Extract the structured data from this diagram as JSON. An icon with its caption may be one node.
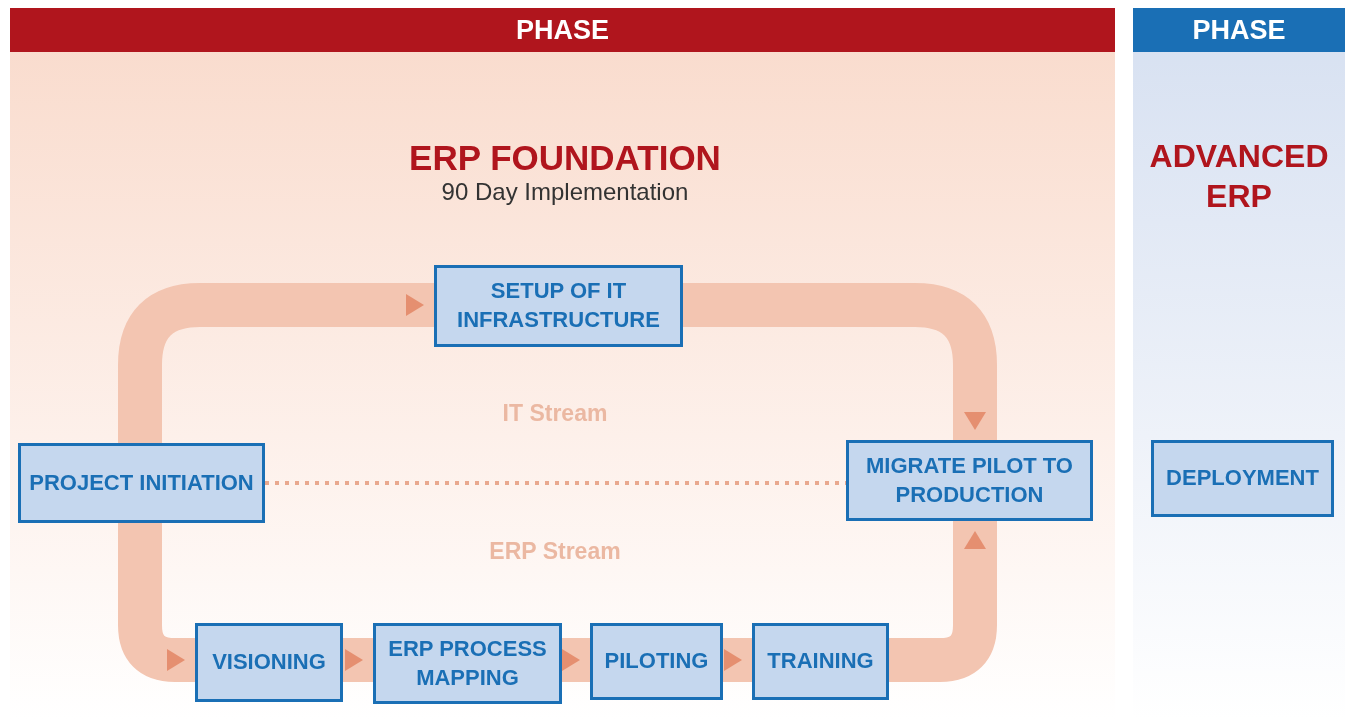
{
  "diagram": {
    "nodes": [
      {
        "text": [
          "PHASE",
          "ERP FOUNDATION",
          "90 Day Implementation"
        ]
      },
      {
        "text": [
          "PHASE",
          "ADVANCED ERP"
        ]
      },
      {
        "text": [
          "SETUP OF IT INFRASTRUCTURE"
        ],
        "in": 0
      },
      {
        "text": [
          "PROJECT INITIATION"
        ],
        "in": 0
      },
      {
        "text": [
          "MIGRATE PILOT TO PRODUCTION"
        ],
        "in": 0
      },
      {
        "text": [
          "VISIONING"
        ],
        "in": 0
      },
      {
        "text": [
          "ERP PROCESS MAPPING"
        ],
        "in": 0
      },
      {
        "text": [
          "PILOTING"
        ],
        "in": 0
      },
      {
        "text": [
          "TRAINING"
        ],
        "in": 0
      },
      {
        "text": [
          "DEPLOYMENT"
        ],
        "in": 1
      }
    ],
    "edges": [
      {
        "from": 3,
        "to": 2,
        "arrow": "to"
      },
      {
        "from": 2,
        "to": 4,
        "arrow": "to"
      },
      {
        "from": 3,
        "to": 5,
        "arrow": "to"
      },
      {
        "from": 5,
        "to": 6,
        "arrow": "to"
      },
      {
        "from": 6,
        "to": 7,
        "arrow": "to"
      },
      {
        "from": 7,
        "to": 8,
        "arrow": "to"
      },
      {
        "from": 8,
        "to": 4,
        "arrow": "to"
      },
      {
        "from": 3,
        "to": 4,
        "arrow": "none",
        "style": "dashed"
      }
    ],
    "labels": [
      "IT Stream",
      "ERP Stream"
    ]
  }
}
